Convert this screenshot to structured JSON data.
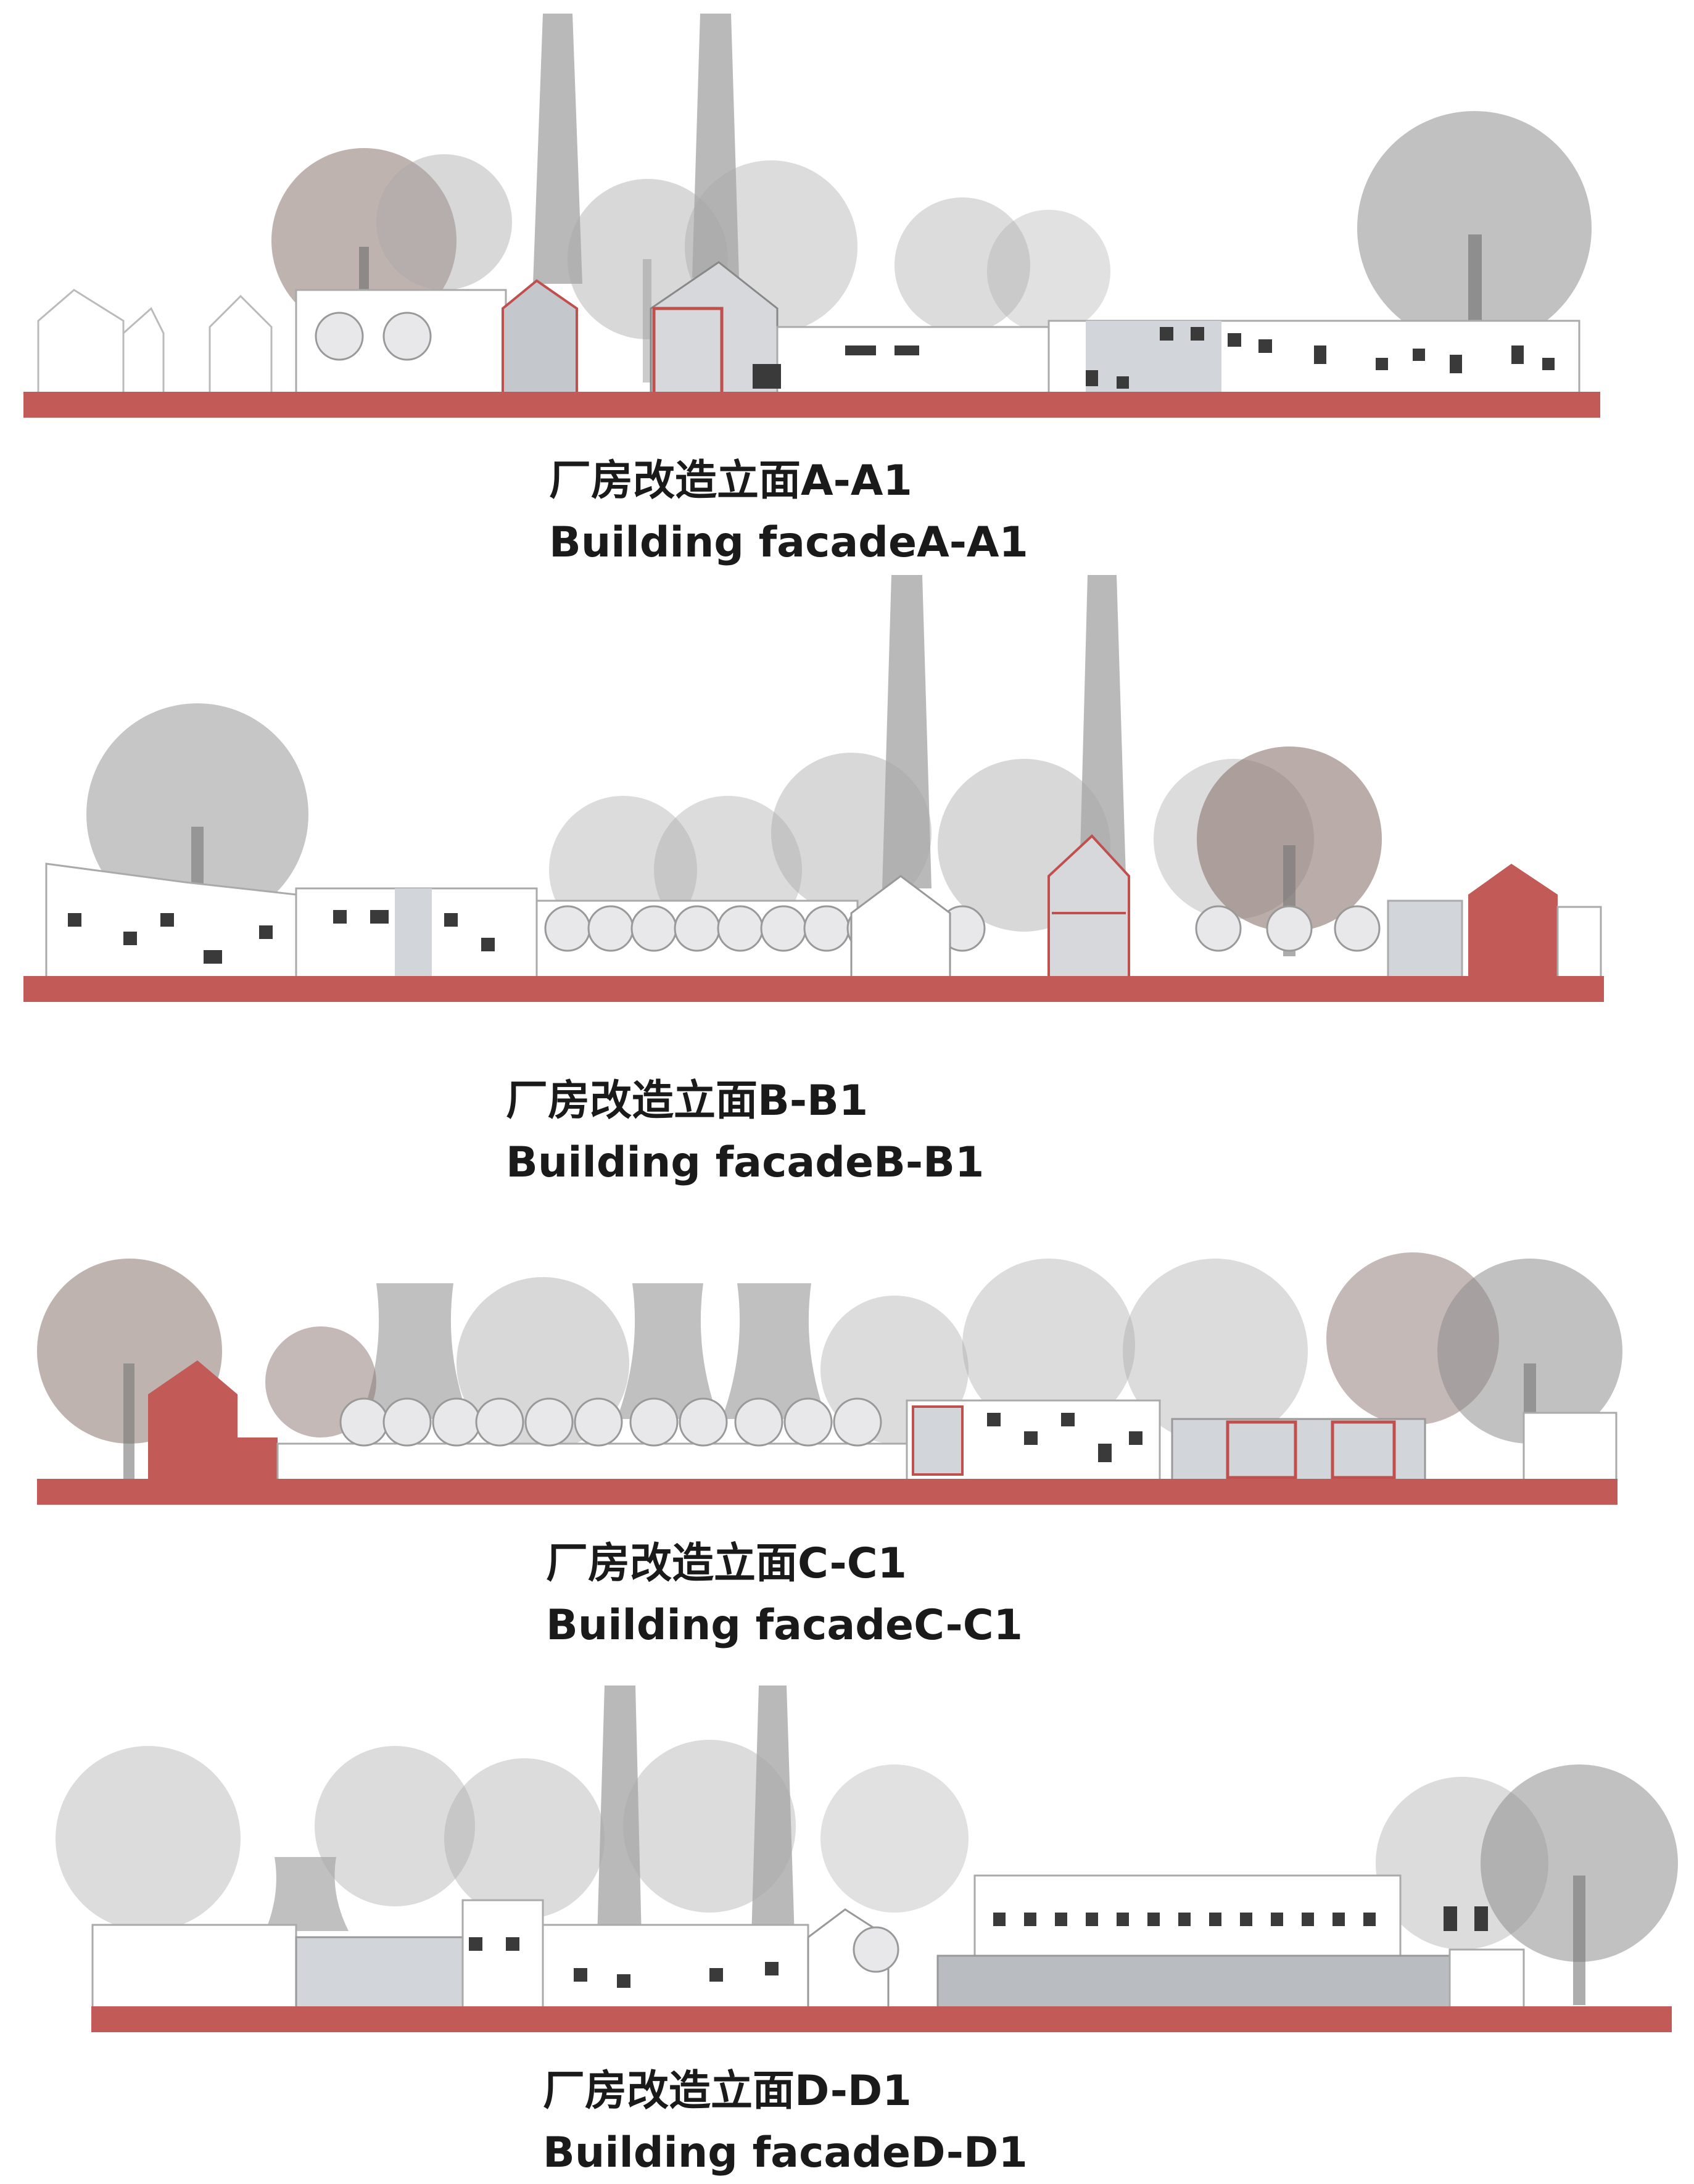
{
  "facades": [
    {
      "title_cn": "厂房改造立面A-A1",
      "title_en": "Building facadeA-A1"
    },
    {
      "title_cn": "厂房改造立面B-B1",
      "title_en": "Building facadeB-B1"
    },
    {
      "title_cn": "厂房改造立面C-C1",
      "title_en": "Building facadeC-C1"
    },
    {
      "title_cn": "厂房改造立面D-D1",
      "title_en": "Building facadeD-D1"
    }
  ],
  "colors": {
    "ground": "#c25a57",
    "accent_red": "#c0504d",
    "chimney": "#b9b9b9",
    "tree_grey": "#a8a8a8",
    "tree_brown": "#8a7470",
    "building": "#ffffff",
    "building_shade": "#cfd2d6",
    "window": "#3a3a3a"
  },
  "icons": [
    "tree-icon",
    "chimney-icon",
    "cooling-tower-icon",
    "ground-strip"
  ]
}
